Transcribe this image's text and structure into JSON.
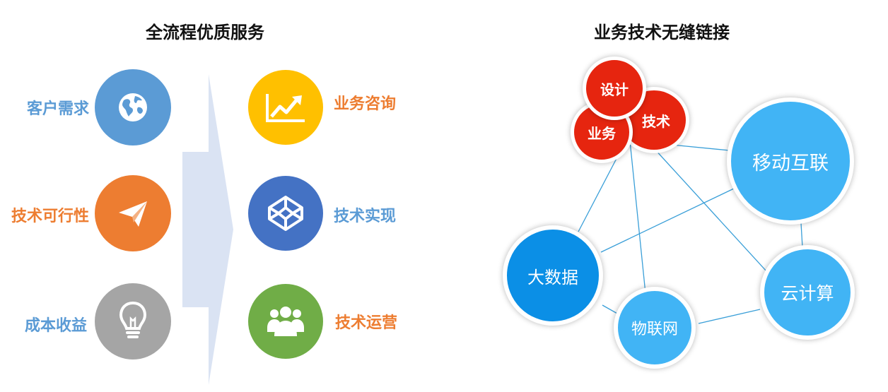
{
  "left_panel": {
    "title": "全流程优质服务",
    "inputs": [
      {
        "label": "客户需求",
        "icon": "globe-icon",
        "color": "#5b9bd5",
        "label_color": "#5b9bd5"
      },
      {
        "label": "技术可行性",
        "icon": "paper-plane-icon",
        "color": "#ed7d31",
        "label_color": "#ed7d31"
      },
      {
        "label": "成本收益",
        "icon": "lightbulb-icon",
        "color": "#a5a5a5",
        "label_color": "#5b9bd5"
      }
    ],
    "outputs": [
      {
        "label": "业务咨询",
        "icon": "trend-chart-icon",
        "color": "#ffc000",
        "label_color": "#ed7d31"
      },
      {
        "label": "技术实现",
        "icon": "codepen-cube-icon",
        "color": "#4472c4",
        "label_color": "#5b9bd5"
      },
      {
        "label": "技术运营",
        "icon": "team-icon",
        "color": "#70ad47",
        "label_color": "#ed7d31"
      }
    ],
    "arrow_color": "#dae3f3"
  },
  "right_panel": {
    "title": "业务技术无缝链接",
    "nodes": {
      "design": {
        "label": "设计",
        "color": "#e6250f"
      },
      "tech": {
        "label": "技术",
        "color": "#e6250f"
      },
      "business": {
        "label": "业务",
        "color": "#e6250f"
      },
      "mobile": {
        "label": "移动互联",
        "color": "#41b4f5"
      },
      "bigdata": {
        "label": "大数据",
        "color": "#0b8fe6"
      },
      "iot": {
        "label": "物联网",
        "color": "#41b4f5"
      },
      "cloud": {
        "label": "云计算",
        "color": "#41b4f5"
      }
    },
    "link_color": "#3a9fd8"
  }
}
